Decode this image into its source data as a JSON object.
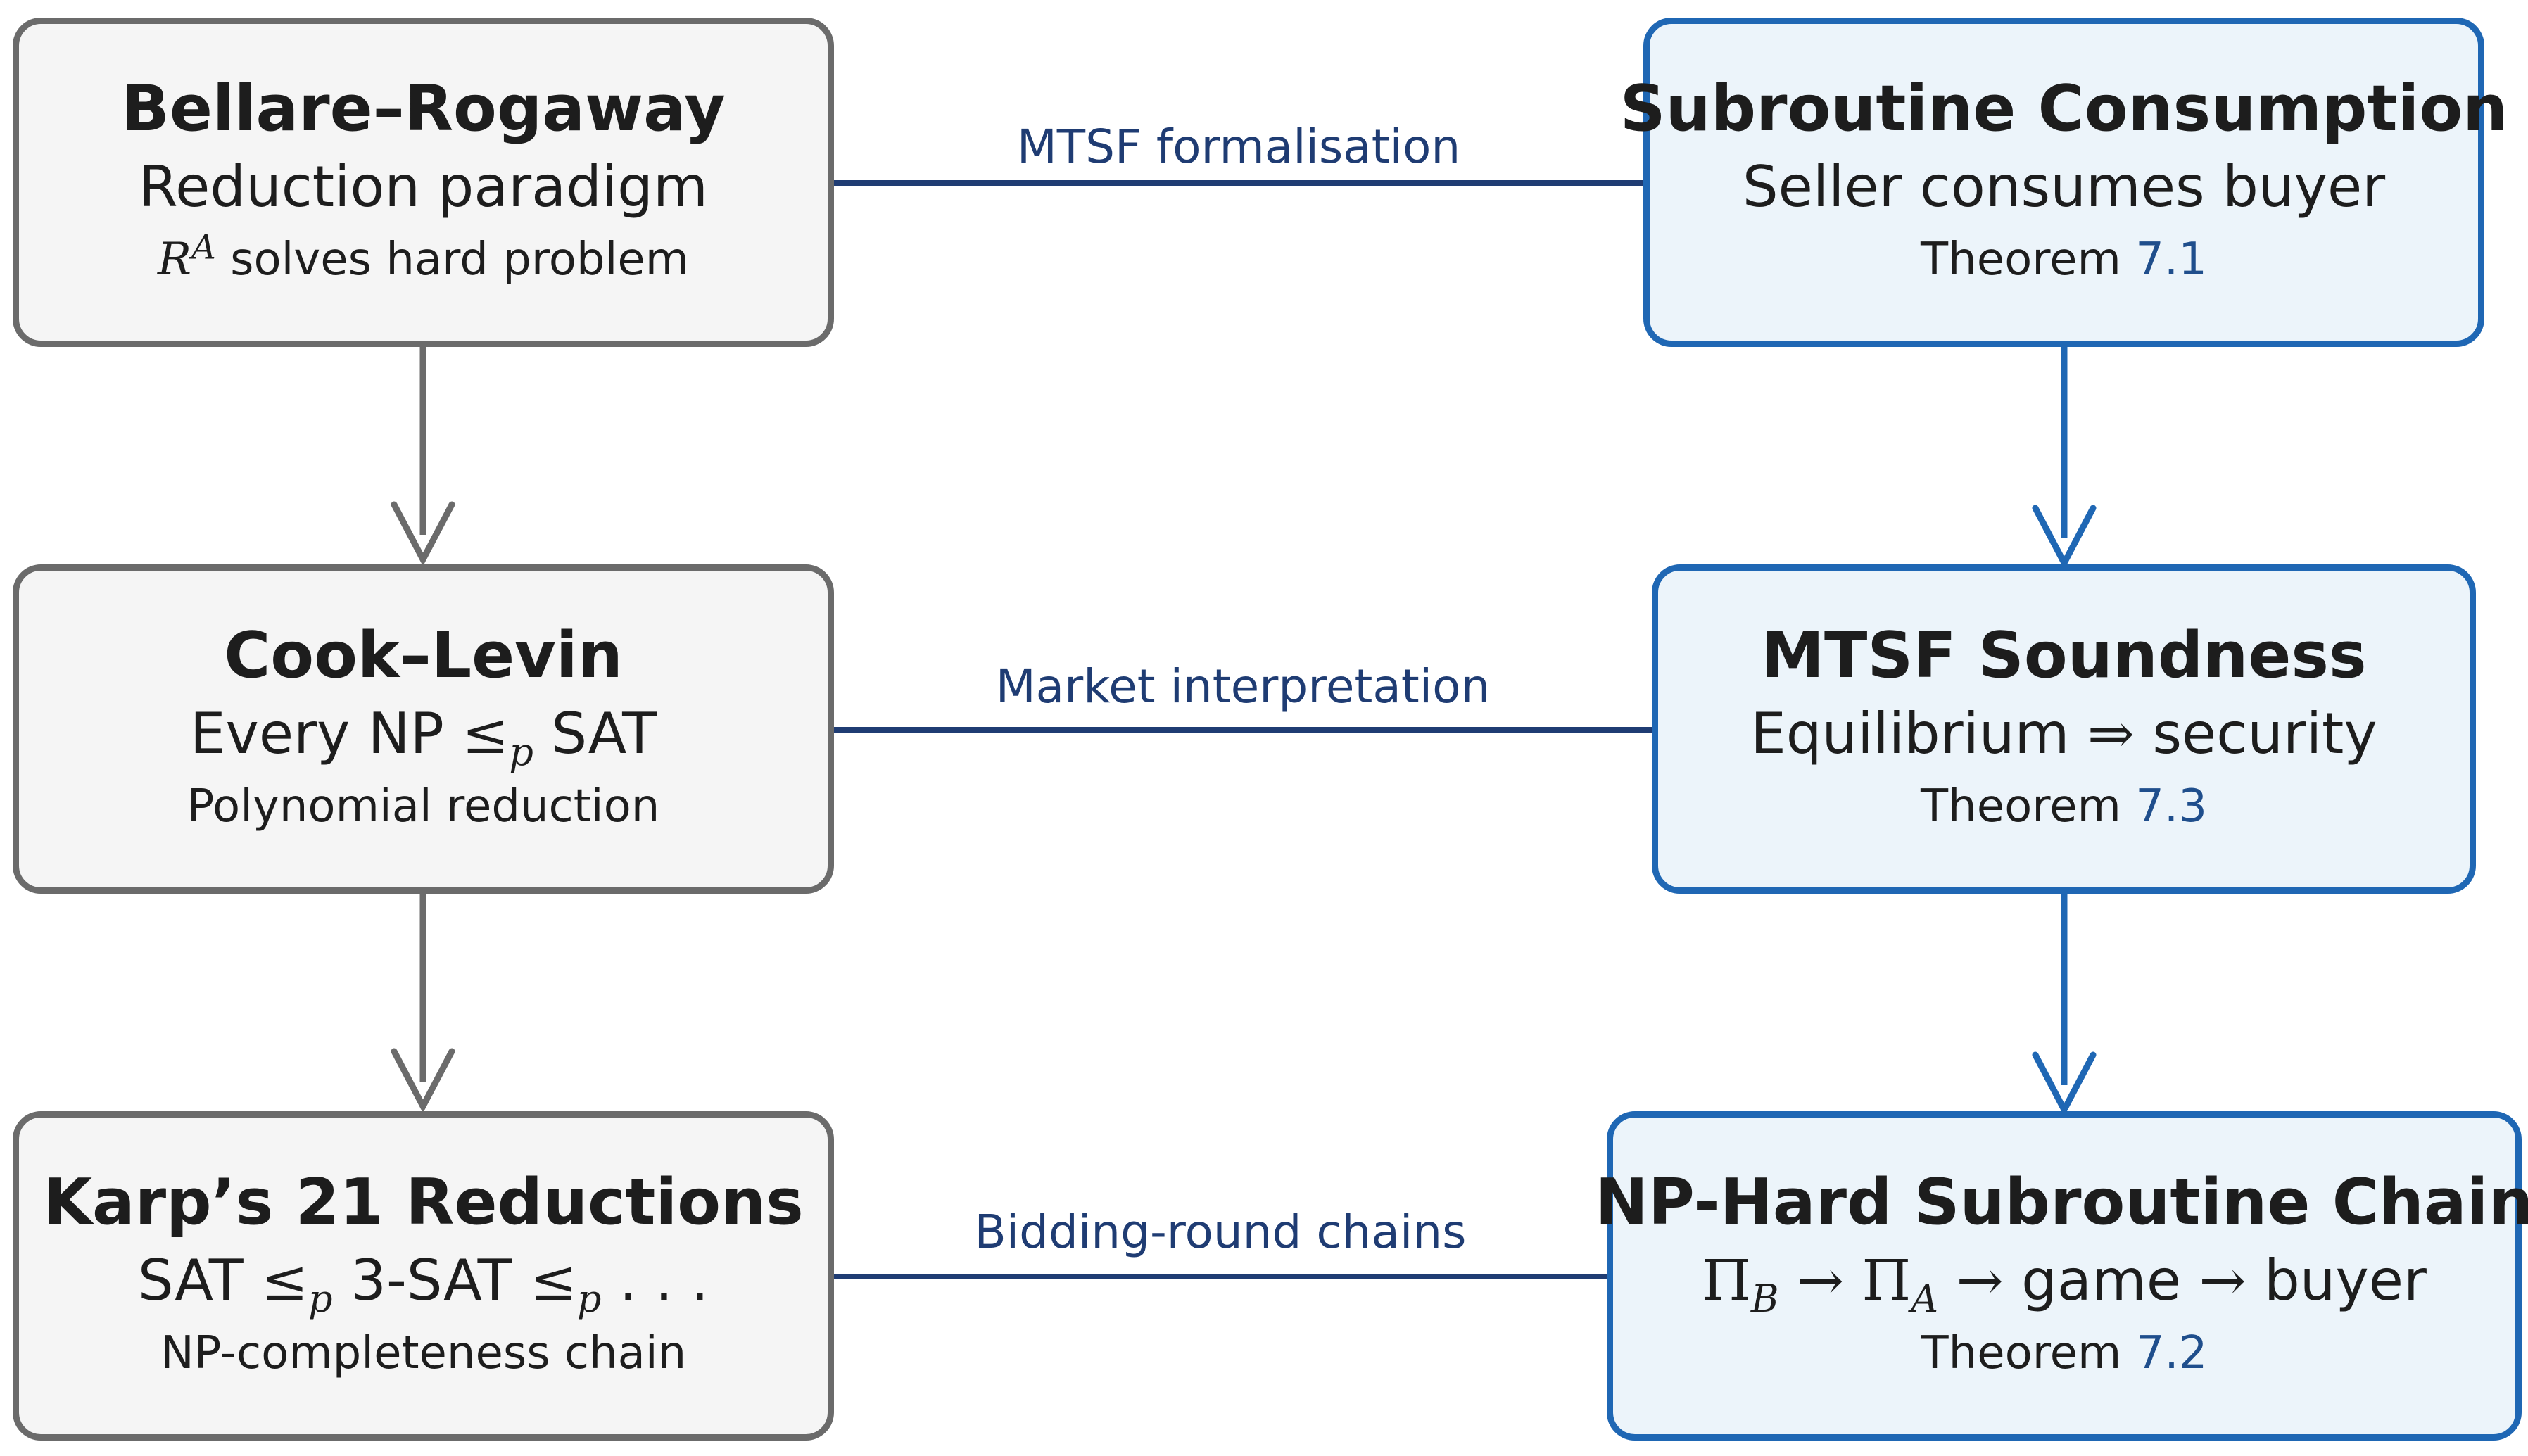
{
  "left_column": [
    {
      "title": "Bellare–Rogaway",
      "subtitle": "Reduction paradigm",
      "note_math": "R",
      "note_math_sup": "A",
      "note_text": " solves hard problem"
    },
    {
      "title": "Cook–Levin",
      "subtitle_pre": "Every NP ",
      "subtitle_le": "≤",
      "subtitle_p": "p",
      "subtitle_post": " SAT",
      "note": "Polynomial reduction"
    },
    {
      "title": "Karp’s 21 Reductions",
      "subtitle_a": "SAT ",
      "subtitle_le1": "≤",
      "subtitle_p1": "p",
      "subtitle_b": " 3-SAT ",
      "subtitle_le2": "≤",
      "subtitle_p2": "p",
      "subtitle_c": " . . .",
      "note": "NP-completeness chain"
    }
  ],
  "right_column": [
    {
      "title": "Subroutine Consumption",
      "subtitle": "Seller consumes buyer",
      "theorem_label": "Theorem ",
      "theorem_ref": "7.1"
    },
    {
      "title": "MTSF Soundness",
      "subtitle_pre": "Equilibrium ",
      "subtitle_arrow": "⇒",
      "subtitle_post": " security",
      "theorem_label": "Theorem ",
      "theorem_ref": "7.3"
    },
    {
      "title": "NP-Hard Subroutine Chain",
      "pi": "Π",
      "sub_b": "B",
      "sub_a": "A",
      "arrow": " → ",
      "word_game": "game",
      "word_buyer": "buyer",
      "theorem_label": "Theorem ",
      "theorem_ref": "7.2"
    }
  ],
  "connectors": [
    {
      "label": "MTSF formalisation"
    },
    {
      "label": "Market interpretation"
    },
    {
      "label": "Bidding-round chains"
    }
  ],
  "colors": {
    "grey_border": "#6b6b6b",
    "grey_fill": "#f5f5f5",
    "blue_border": "#1f67b4",
    "blue_fill": "#ecf4fa",
    "connector": "#1f3c73"
  }
}
